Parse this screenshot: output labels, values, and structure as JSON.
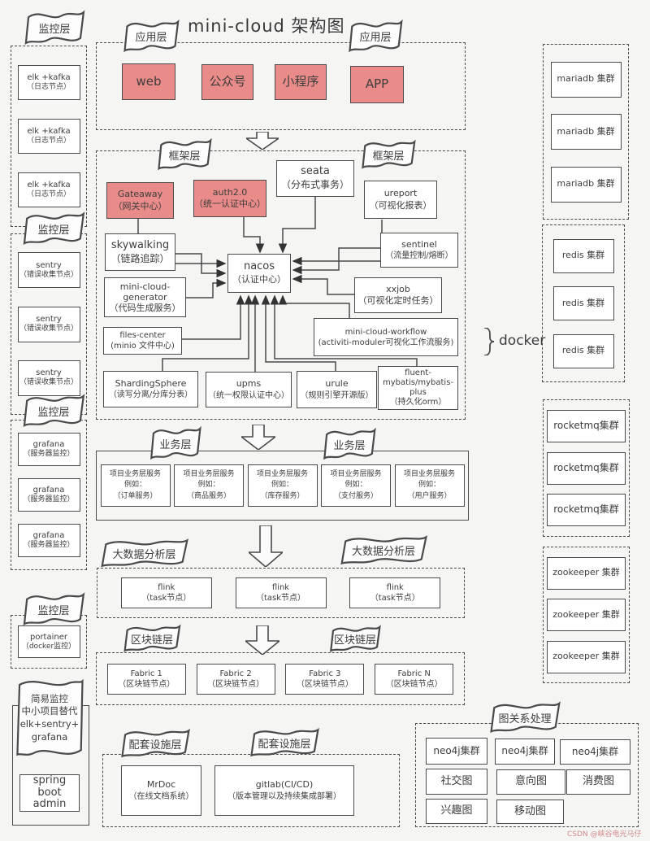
{
  "title": "mini-cloud 架构图",
  "watermark": "CSDN @峡谷电光马仔",
  "docker": {
    "label": "docker"
  },
  "banners": {
    "monitor": "监控层",
    "app": "应用层",
    "framework": "框架层",
    "business": "业务层",
    "bigdata": "大数据分析层",
    "blockchain": "区块链层",
    "infra": "配套设施层",
    "graph": "图关系处理"
  },
  "left": {
    "elk": {
      "name": "elk +kafka",
      "sub": "（日志节点）"
    },
    "sentry": {
      "name": "sentry",
      "sub": "（错误收集节点）"
    },
    "grafana": {
      "name": "grafana",
      "sub": "（服务器监控）"
    },
    "portainer": {
      "name": "portainer",
      "sub": "（docker监控）"
    },
    "simple_note": {
      "l1": "简易监控",
      "l2": "中小项目替代",
      "l3": "elk+sentry+",
      "l4": "grafana"
    },
    "sba": {
      "l1": "spring",
      "l2": "boot",
      "l3": "admin"
    }
  },
  "app": {
    "web": "web",
    "gzh": "公众号",
    "xcx": "小程序",
    "app": "APP"
  },
  "fw": {
    "gateway": {
      "name": "Gateaway",
      "sub": "（网关中心）"
    },
    "auth": {
      "name": "auth2.0",
      "sub": "（统一认证中心）"
    },
    "seata": {
      "name": "seata",
      "sub": "（分布式事务）"
    },
    "ureport": {
      "name": "ureport",
      "sub": "（可视化报表）"
    },
    "skywalking": {
      "name": "skywalking",
      "sub": "（链路追踪）"
    },
    "sentinel": {
      "name": "sentinel",
      "sub": "（流量控制/熔断）"
    },
    "nacos": {
      "name": "nacos",
      "sub": "（认证中心）"
    },
    "generator": {
      "l1": "mini-cloud-",
      "l2": "generator",
      "sub": "（代码生成服务）"
    },
    "files": {
      "name": "files-center",
      "sub": "(minio 文件中心)"
    },
    "xxjob": {
      "name": "xxjob",
      "sub": "（可视化定时任务）"
    },
    "workflow": {
      "name": "mini-cloud-workflow",
      "sub": "(activiti-moduler可视化工作流服务)"
    },
    "sharding": {
      "name": "ShardingSphere",
      "sub": "（读写分离/分库分表）"
    },
    "upms": {
      "name": "upms",
      "sub": "（统一权限认证中心）"
    },
    "urule": {
      "name": "urule",
      "sub": "（规则引擎开源版）"
    },
    "fluent": {
      "l1": "fluent-",
      "l2": "mybatis/mybatis-",
      "l3": "plus",
      "sub": "（持久化orm）"
    }
  },
  "right": {
    "mariadb": "mariadb 集群",
    "redis": "redis 集群",
    "rocketmq": "rocketmq集群",
    "zookeeper": "zookeeper 集群"
  },
  "business": {
    "l1": "项目业务层服务",
    "l2": "例如：",
    "items": [
      "（订单服务）",
      "（商品服务）",
      "（库存服务）",
      "（支付服务）",
      "（用户服务）"
    ]
  },
  "bigdata": {
    "flink": {
      "name": "flink",
      "sub": "（task节点）"
    }
  },
  "blockchain": {
    "sub": "（区块链节点）",
    "names": [
      "Fabric 1",
      "Fabric 2",
      "Fabric 3",
      "Fabric N"
    ]
  },
  "infra": {
    "mrdoc": {
      "name": "MrDoc",
      "sub": "（在线文档系统）"
    },
    "gitlab": {
      "name": "gitlab(CI/CD)",
      "sub": "（版本管理以及持续集成部署）"
    }
  },
  "graph": {
    "neo4j": "neo4j集群",
    "maps": [
      "社交图",
      "意向图",
      "消费图",
      "兴趣图",
      "移动图"
    ]
  }
}
